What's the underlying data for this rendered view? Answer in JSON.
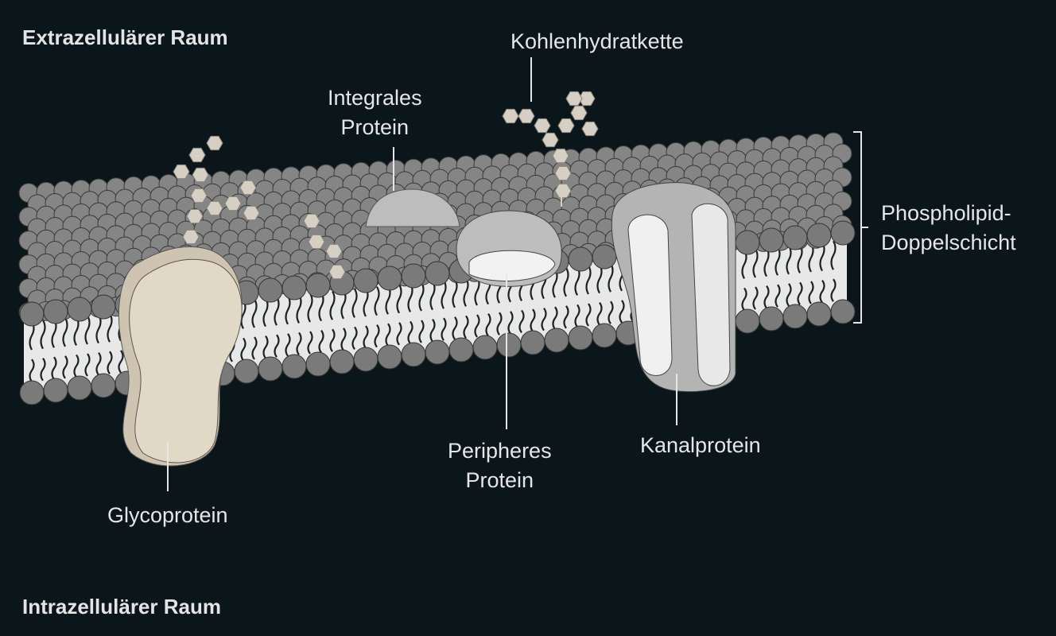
{
  "regions": {
    "extracellular": "Extrazellulärer Raum",
    "intracellular": "Intrazellulärer Raum"
  },
  "labels": {
    "integral_protein": [
      "Integrales",
      "Protein"
    ],
    "carbohydrate_chain": "Kohlenhydratkette",
    "phospholipid_bilayer": [
      "Phospholipid-",
      "Doppelschicht"
    ],
    "glycoprotein": "Glycoprotein",
    "peripheral_protein": [
      "Peripheres",
      "Protein"
    ],
    "channel_protein": "Kanalprotein"
  },
  "colors": {
    "background": "#0b161b",
    "lipid_head": "#7a7a7a",
    "tail_region": "#e8e8e8",
    "glycoprotein": "#e2d8c6",
    "protein_grey": "#bdbdbd",
    "sugar": "#d6cfc4",
    "text": "#e6e6e6"
  }
}
